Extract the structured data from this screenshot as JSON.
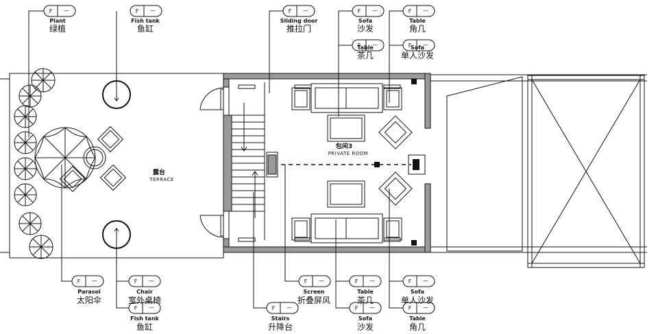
{
  "rooms": {
    "terrace": {
      "zh": "露台",
      "en": "TERRACE"
    },
    "private_room": {
      "zh": "包间3",
      "en": "PRIVATE ROOM"
    }
  },
  "tag_code": {
    "prefix": "F",
    "sep": "—"
  },
  "tags": {
    "plant": {
      "en": "Plant",
      "zh": "绿植"
    },
    "fish_tank_top": {
      "en": "Fish tank",
      "zh": "鱼缸"
    },
    "sliding_door": {
      "en": "Sliding door",
      "zh": "推拉门"
    },
    "sofa_top": {
      "en": "Sofa",
      "zh": "沙发"
    },
    "table_tea_top": {
      "en": "Table",
      "zh": "茶几"
    },
    "table_corner_top": {
      "en": "Table",
      "zh": "角几"
    },
    "sofa_single_top": {
      "en": "Sofa",
      "zh": "单人沙发"
    },
    "parasol": {
      "en": "Parasol",
      "zh": "太阳伞"
    },
    "chair": {
      "en": "Chair",
      "zh": "室外桌椅"
    },
    "fish_tank_bottom": {
      "en": "Fish tank",
      "zh": "鱼缸"
    },
    "stairs": {
      "en": "Stairs",
      "zh": "升降台"
    },
    "screen": {
      "en": "Screen",
      "zh": "折叠屏风"
    },
    "table_tea_bottom": {
      "en": "Table",
      "zh": "茶几"
    },
    "sofa_bottom": {
      "en": "Sofa",
      "zh": "沙发"
    },
    "sofa_single_bottom": {
      "en": "Sofa",
      "zh": "单人沙发"
    },
    "table_corner_bottom": {
      "en": "Table",
      "zh": "角几"
    }
  }
}
